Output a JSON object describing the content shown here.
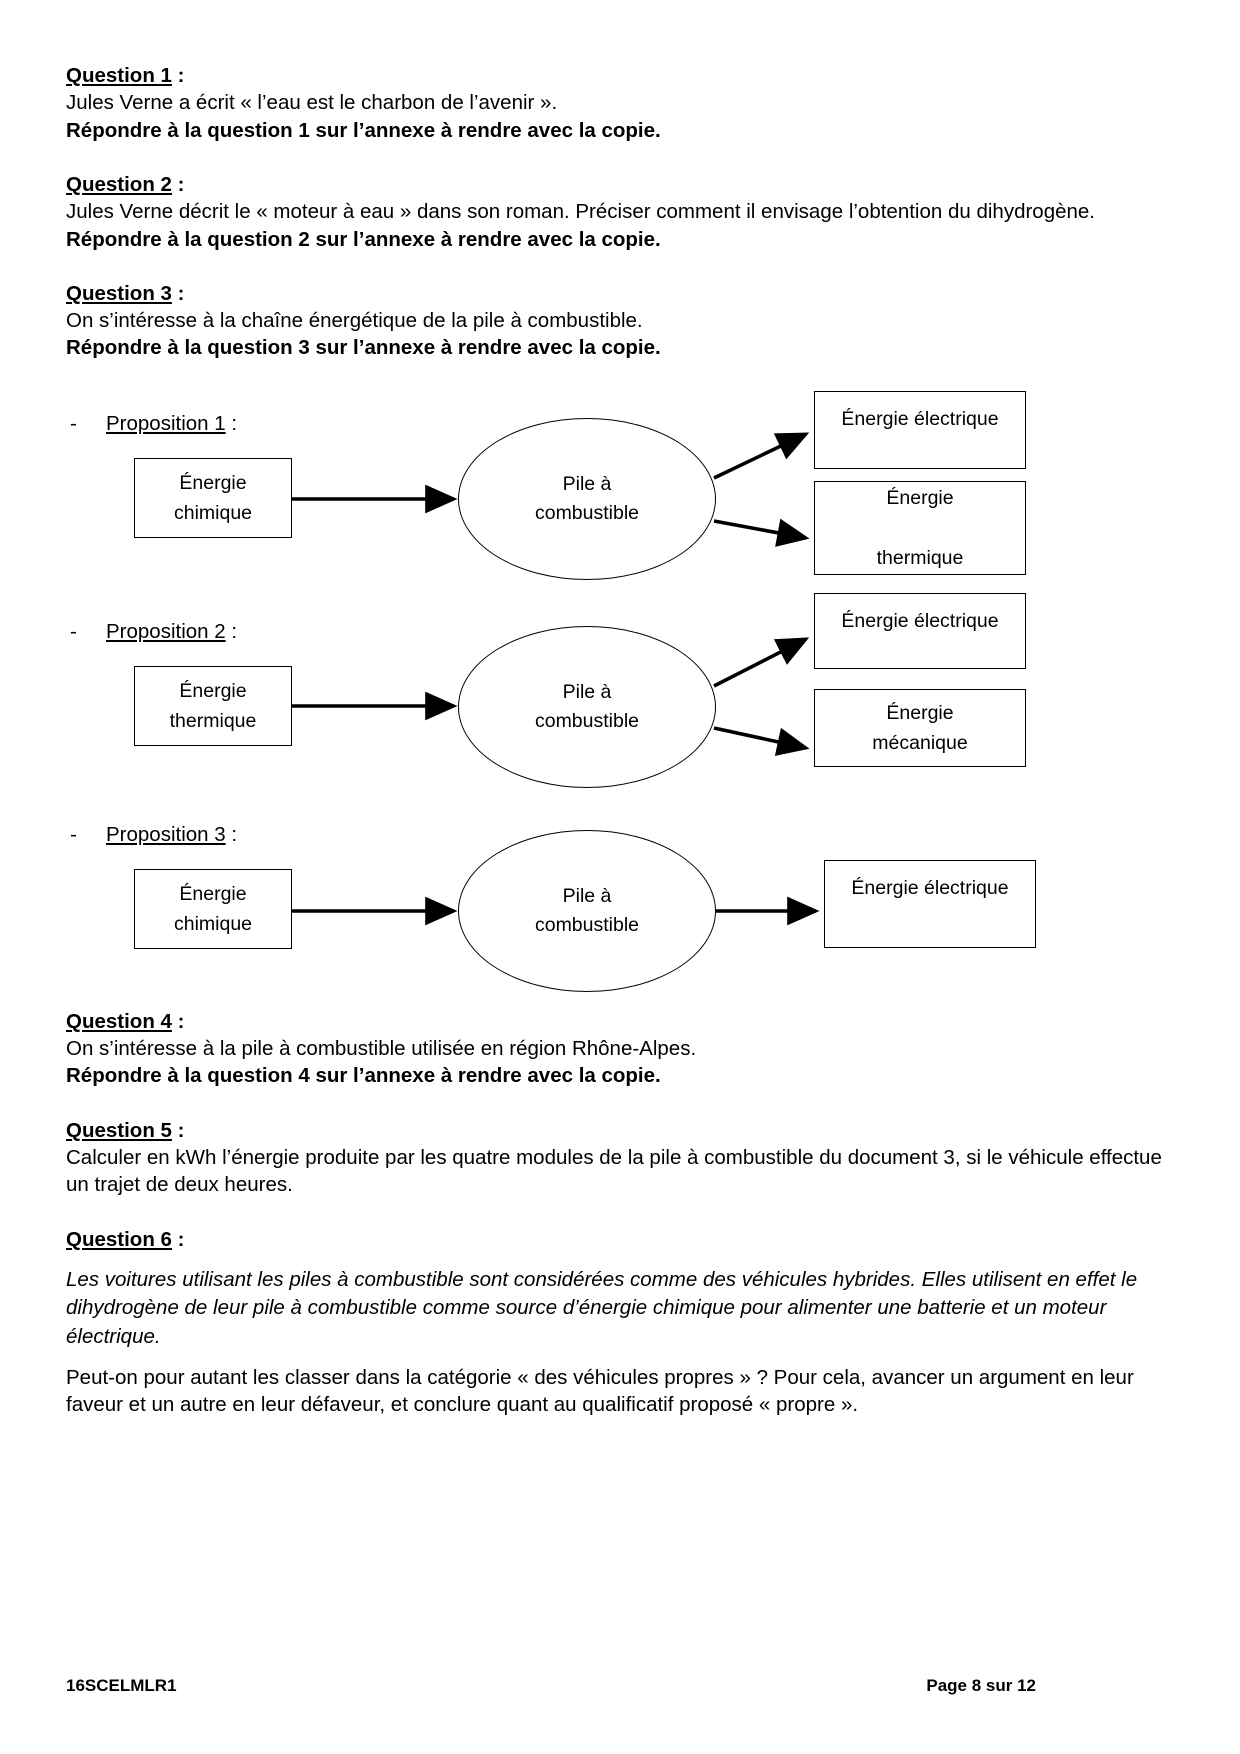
{
  "document": {
    "questions": [
      {
        "id": "q1",
        "heading": "Question 1",
        "heading_suffix": " :",
        "lines": [
          {
            "style": "normal",
            "text": "Jules Verne a écrit « l’eau est le charbon de l’avenir »."
          },
          {
            "style": "bold",
            "text": "Répondre à la question 1 sur l’annexe à rendre avec la copie."
          }
        ]
      },
      {
        "id": "q2",
        "heading": "Question 2",
        "heading_suffix": " :",
        "lines": [
          {
            "style": "normal",
            "text": "Jules Verne décrit le « moteur à eau » dans son roman. Préciser comment il envisage l’obtention du dihydrogène."
          },
          {
            "style": "bold",
            "text": "Répondre à la question 2 sur l’annexe à rendre avec la copie."
          }
        ]
      },
      {
        "id": "q3",
        "heading": "Question 3",
        "heading_suffix": " :",
        "lines": [
          {
            "style": "normal",
            "text": "On s’intéresse à la chaîne énergétique de la pile à combustible."
          },
          {
            "style": "bold",
            "text": "Répondre à la question 3 sur l’annexe à rendre avec la copie."
          }
        ]
      },
      {
        "id": "q4",
        "heading": "Question 4",
        "heading_suffix": " :",
        "lines": [
          {
            "style": "normal",
            "text": "On s’intéresse à la pile à combustible utilisée en région Rhône-Alpes."
          },
          {
            "style": "bold",
            "text": "Répondre à la question 4 sur l’annexe à rendre avec la copie."
          }
        ]
      },
      {
        "id": "q5",
        "heading": "Question 5",
        "heading_suffix": " :",
        "lines": [
          {
            "style": "normal",
            "text": "Calculer en kWh l’énergie produite par les quatre modules de la pile à combustible du document 3, si le véhicule effectue un trajet de deux heures."
          }
        ]
      },
      {
        "id": "q6",
        "heading": "Question 6",
        "heading_suffix": " :",
        "lines": [
          {
            "style": "italic",
            "text": "Les voitures utilisant les piles à combustible sont considérées comme des véhicules hybrides. Elles utilisent en effet le dihydrogène de leur pile à combustible comme source d’énergie chimique pour alimenter une batterie et un moteur électrique."
          },
          {
            "style": "normal",
            "text": "Peut-on pour autant les classer dans la catégorie « des véhicules propres » ? Pour cela, avancer un argument en leur faveur et un autre en leur défaveur, et conclure quant au qualificatif proposé « propre »."
          }
        ]
      }
    ],
    "diagram": {
      "bullet": "-",
      "propositions": [
        {
          "id": "proposition-1",
          "label": "Proposition 1",
          "label_suffix": " :",
          "input_box": "Énergie chimique",
          "center_line1": "Pile à",
          "center_line2": "combustible",
          "output_box_1": "Énergie électrique",
          "output_box_2_line1": "Énergie",
          "output_box_2_line2": "thermique"
        },
        {
          "id": "proposition-2",
          "label": "Proposition 2",
          "label_suffix": " :",
          "input_box": "Énergie thermique",
          "center_line1": "Pile à",
          "center_line2": "combustible",
          "output_box_1": "Énergie électrique",
          "output_box_2_line1": "Énergie",
          "output_box_2_line2": "mécanique"
        },
        {
          "id": "proposition-3",
          "label": "Proposition 3",
          "label_suffix": " :",
          "input_box": "Énergie chimique",
          "center_line1": "Pile à",
          "center_line2": "combustible",
          "output_box_1": "Énergie électrique"
        }
      ]
    },
    "footer": {
      "exam_code": "16SCELMLR1",
      "page_label": "Page 8 sur 12"
    }
  }
}
